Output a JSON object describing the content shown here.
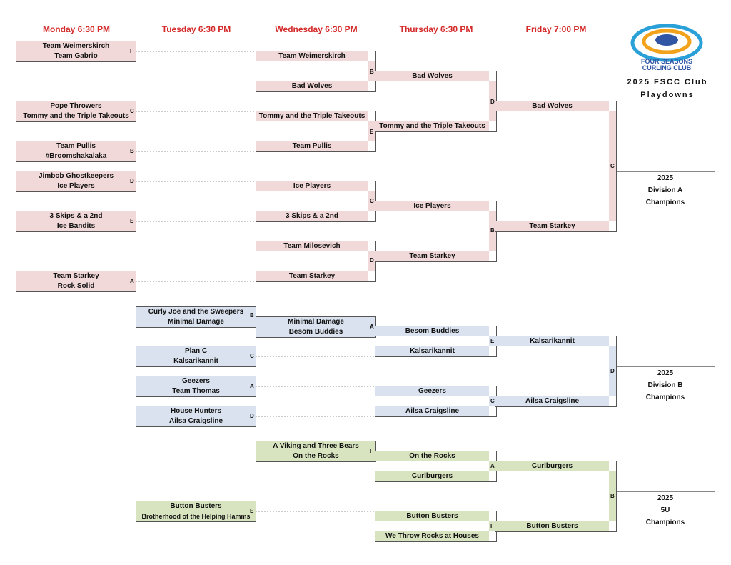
{
  "days": [
    "Monday 6:30 PM",
    "Tuesday 6:30 PM",
    "Wednesday 6:30 PM",
    "Thursday 6:30 PM",
    "Friday 7:00 PM"
  ],
  "logo": {
    "line1": "FOUR SEASONS",
    "line2": "CURLING CLUB",
    "ring_colors": [
      "#2aa0d8",
      "#f2a21b",
      "#2f55a4"
    ]
  },
  "title": {
    "line1": "2025 FSCC Club",
    "line2": "Playdowns"
  },
  "colors": {
    "pink": "#f2d9d9",
    "blue": "#d9e2ee",
    "green": "#d8e4bf",
    "day_label": "#d42a2a"
  },
  "divA": {
    "monday": [
      {
        "t1": "Team Weimerskirch",
        "t2": "Team Gabrio",
        "tag": "F"
      },
      {
        "t1": "Pope Throwers",
        "t2": "Tommy and the Triple Takeouts",
        "tag": "C"
      },
      {
        "t1": "Team Pullis",
        "t2": "#Broomshakalaka",
        "tag": "B"
      },
      {
        "t1": "Jimbob Ghostkeepers",
        "t2": "Ice Players",
        "tag": "D"
      },
      {
        "t1": "3 Skips & a 2nd",
        "t2": "Ice Bandits",
        "tag": "E"
      },
      {
        "t1": "Team Starkey",
        "t2": "Rock Solid",
        "tag": "A"
      }
    ],
    "wednesday": [
      {
        "t1": "Team Weimerskirch",
        "t2": "Bad Wolves",
        "tag": "B"
      },
      {
        "t1": "Tommy and the Triple Takeouts",
        "t2": "Team Pullis",
        "tag": "E"
      },
      {
        "t1": "Ice Players",
        "t2": "3 Skips & a 2nd",
        "tag": "C"
      },
      {
        "t1": "Team Milosevich",
        "t2": "Team Starkey",
        "tag": "D"
      }
    ],
    "thursday": [
      {
        "t1": "Bad Wolves",
        "t2": "Tommy and the Triple Takeouts",
        "tag": "D"
      },
      {
        "t1": "Ice Players",
        "t2": "Team Starkey",
        "tag": "B"
      }
    ],
    "friday": {
      "t1": "Bad Wolves",
      "t2": "Team Starkey",
      "tag": "C"
    },
    "champ": [
      "2025",
      "Division A",
      "Champions"
    ]
  },
  "divB": {
    "tuesday": [
      {
        "t1": "Curly Joe and the Sweepers",
        "t2": "Minimal Damage",
        "tag": "B"
      },
      {
        "t1": "Plan C",
        "t2": "Kalsarikannit",
        "tag": "C"
      },
      {
        "t1": "Geezers",
        "t2": "Team Thomas",
        "tag": "A"
      },
      {
        "t1": "House Hunters",
        "t2": "Ailsa Craigsline",
        "tag": "D"
      }
    ],
    "wednesday": {
      "t1": "Minimal Damage",
      "t2": "Besom Buddies",
      "tag": "A"
    },
    "thursday": [
      {
        "t1": "Besom Buddies",
        "t2": "Kalsarikannit",
        "tag": "E"
      },
      {
        "t1": "Geezers",
        "t2": "Ailsa Craigsline",
        "tag": "C"
      }
    ],
    "friday": {
      "t1": "Kalsarikannit",
      "t2": "Ailsa Craigsline",
      "tag": "D"
    },
    "champ": [
      "2025",
      "Division B",
      "Champions"
    ]
  },
  "div5U": {
    "tuesday": {
      "t1": "Button Busters",
      "t2": "Brotherhood of the Helping Hamms",
      "tag": "E"
    },
    "wednesday": {
      "t1": "A Viking and Three Bears",
      "t2": "On the Rocks",
      "tag": "F"
    },
    "thursday": [
      {
        "t1": "On the Rocks",
        "t2": "Curlburgers",
        "tag": "A"
      },
      {
        "t1": "Button Busters",
        "t2": "We Throw Rocks at Houses",
        "tag": "F"
      }
    ],
    "friday": {
      "t1": "Curlburgers",
      "t2": "Button Busters",
      "tag": "B"
    },
    "champ": [
      "2025",
      "5U",
      "Champions"
    ]
  }
}
